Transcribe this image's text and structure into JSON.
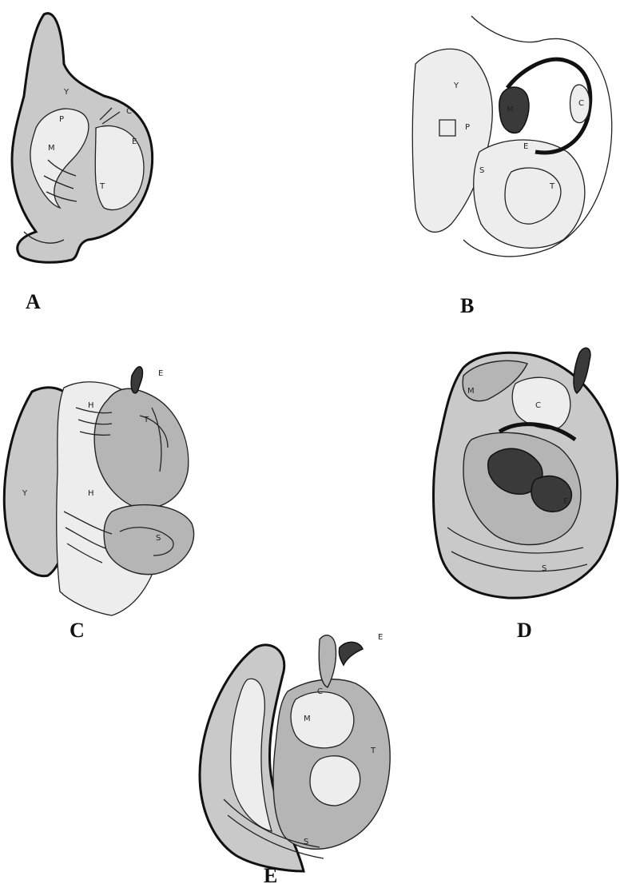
{
  "figures": [
    {
      "id": "A",
      "label": "A",
      "parts": [
        "Y",
        "P",
        "C",
        "E",
        "M",
        "T"
      ]
    },
    {
      "id": "B",
      "label": "B",
      "parts": [
        "Y",
        "M",
        "C",
        "P",
        "E",
        "S",
        "T"
      ]
    },
    {
      "id": "C",
      "label": "C",
      "parts": [
        "E",
        "H",
        "T",
        "Y",
        "H",
        "S"
      ]
    },
    {
      "id": "D",
      "label": "D",
      "parts": [
        "M",
        "C",
        "E",
        "S"
      ]
    },
    {
      "id": "E",
      "label": "E",
      "parts": [
        "E",
        "C",
        "M",
        "T",
        "S"
      ]
    }
  ]
}
